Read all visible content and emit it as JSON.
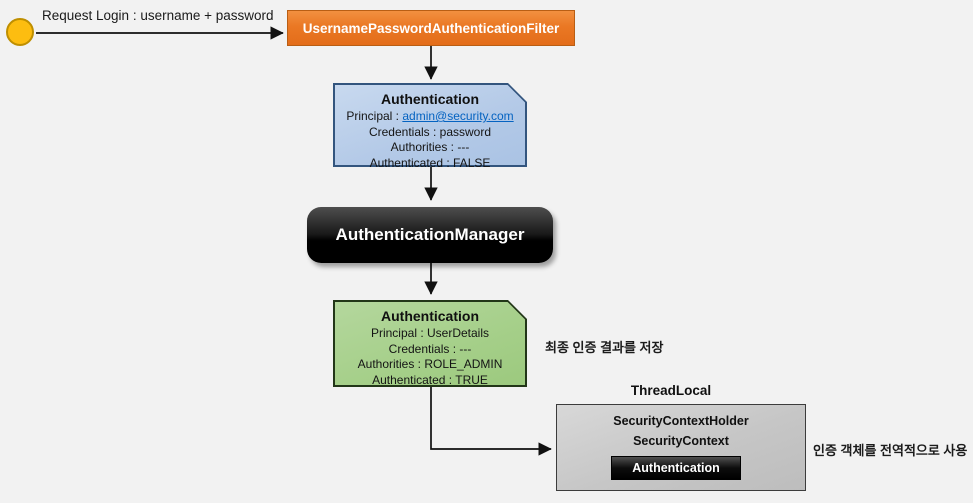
{
  "diagram": {
    "start_label": "Request Login : username + password",
    "filter_box": {
      "label": "UsernamePasswordAuthenticationFilter"
    },
    "auth_before": {
      "title": "Authentication",
      "principal_label": "Principal : ",
      "principal_link": "admin@security.com",
      "credentials": "Credentials : password",
      "authorities": "Authorities : ---",
      "authenticated": "Authenticated : FALSE"
    },
    "manager_box": {
      "label": "AuthenticationManager"
    },
    "auth_after": {
      "title": "Authentication",
      "principal": "Principal : UserDetails",
      "credentials": "Credentials : ---",
      "authorities": "Authorities : ROLE_ADMIN",
      "authenticated": "Authenticated : TRUE"
    },
    "note_save": "최종 인증 결과를 저장",
    "threadlocal_label": "ThreadLocal",
    "context_holder": {
      "title": "SecurityContextHolder",
      "subtitle": "SecurityContext",
      "inner_label": "Authentication"
    },
    "note_global": "인증 객체를 전역적으로 사용"
  },
  "colors": {
    "accent_orange": "#ED7D31",
    "blue_fill": "#B9CDE9",
    "green_fill": "#A9D18E",
    "gray_fill": "#C9C9C9",
    "black_box": "#0D0D0D",
    "circle_yellow": "#FDBD10",
    "link_blue": "#0563C1"
  }
}
